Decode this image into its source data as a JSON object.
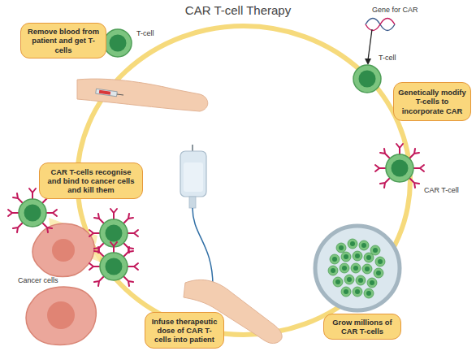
{
  "diagram": {
    "title": "CAR T-cell Therapy",
    "nodes": [
      {
        "text": [
          "Remove blood from patient and get T- cells"
        ]
      },
      {
        "text": [
          "Genetically modify T-cells to incorporate CAR"
        ]
      },
      {
        "text": [
          "Grow millions of CAR T-cells"
        ]
      },
      {
        "text": [
          "Infuse therapeutic dose of CAR T-cells into patient"
        ]
      },
      {
        "text": [
          "CAR T-cells recognise and bind to cancer cells and kill them"
        ]
      }
    ],
    "labels": [
      "T-cell",
      "Gene for CAR",
      "T-cell",
      "CAR T-cell",
      "Cancer cells"
    ]
  }
}
